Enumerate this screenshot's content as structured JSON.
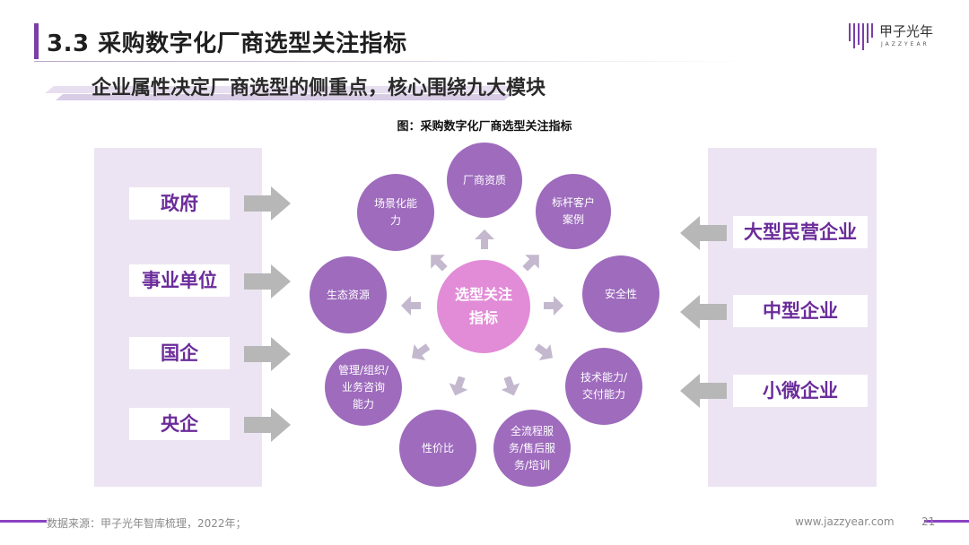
{
  "header": {
    "title": "3.3 采购数字化厂商选型关注指标",
    "logo_text": "甲子光年",
    "logo_sub": "JAZZYEAR"
  },
  "subtitle": "企业属性决定厂商选型的侧重点，核心围绕九大模块",
  "figure_caption": "图：采购数字化厂商选型关注指标",
  "left_panel": {
    "items": [
      "政府",
      "事业单位",
      "国企",
      "央企"
    ]
  },
  "right_panel": {
    "items": [
      "大型民营企业",
      "中型企业",
      "小微企业"
    ]
  },
  "center": {
    "line1": "选型关注",
    "line2": "指标"
  },
  "modules": {
    "m1": "厂商资质",
    "m2a": "标杆客户",
    "m2b": "案例",
    "m3": "安全性",
    "m4a": "技术能力/",
    "m4b": "交付能力",
    "m5a": "全流程服",
    "m5b": "务/售后服",
    "m5c": "务/培训",
    "m6": "性价比",
    "m7a": "管理/组织/",
    "m7b": "业务咨询",
    "m7c": "能力",
    "m8": "生态资源",
    "m9a": "场景化能",
    "m9b": "力"
  },
  "footer": {
    "source": "数据来源：甲子光年智库梳理，2022年；",
    "url": "www.jazzyear.com",
    "page": "21"
  },
  "colors": {
    "accent": "#7b3fa6",
    "module_circle": "#9e6bbd",
    "center_circle": "#e28bd7",
    "panel_bg": "#ece4f3",
    "label_text": "#6b2c9a"
  }
}
